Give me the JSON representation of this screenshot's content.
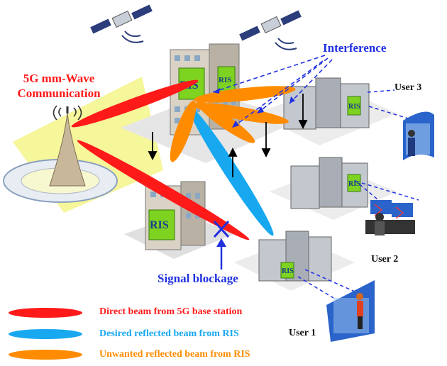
{
  "title_lines": [
    "5G mm-Wave",
    "Communication"
  ],
  "interference_label": "Interference",
  "blockage_label": "Signal blockage",
  "ris_label": "RIS",
  "users": {
    "u1": "User 1",
    "u2": "User 2",
    "u3": "User 3"
  },
  "legend": [
    {
      "label": "Direct beam from 5G base station",
      "color": "#ff1a1a"
    },
    {
      "label": "Desired reflected beam from RIS",
      "color": "#18a8f0"
    },
    {
      "label": "Unwanted reflected beam from RIS",
      "color": "#ff8c00"
    }
  ],
  "colors": {
    "direct": "#ff1a1a",
    "desired": "#18a8f0",
    "unwanted": "#ff8c00",
    "annotation": "#2030e0",
    "ris_panel": "#7ed321"
  }
}
